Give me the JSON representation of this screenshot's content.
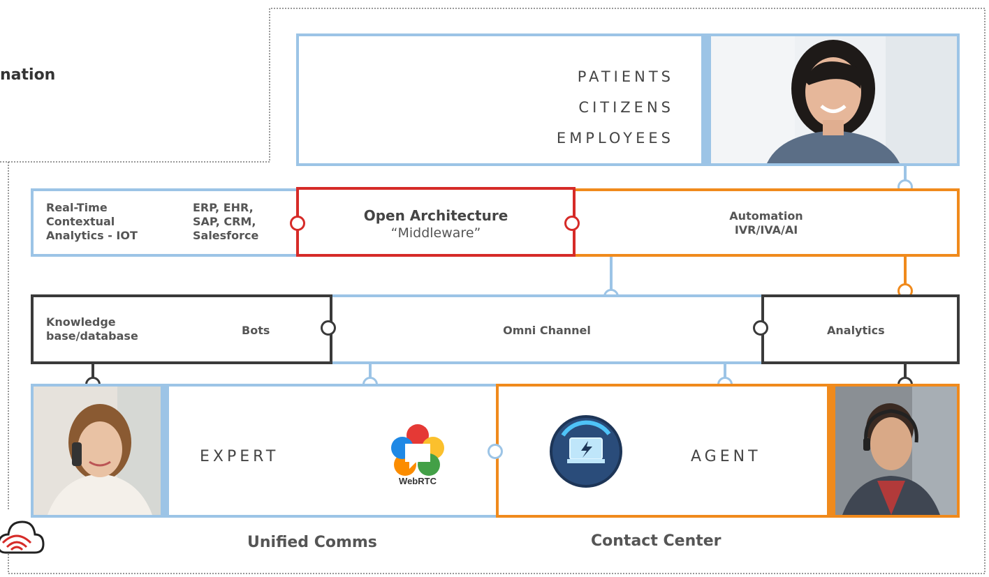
{
  "page_title_fragment": "nation",
  "top_box": {
    "lines": [
      "PATIENTS",
      "CITIZENS",
      "EMPLOYEES"
    ]
  },
  "row1": {
    "left_col1": [
      "Real-Time",
      "Contextual",
      "Analytics - IOT"
    ],
    "left_col2": [
      "ERP, EHR,",
      "SAP, CRM,",
      "Salesforce"
    ],
    "middleware_title": "Open Architecture",
    "middleware_subtitle": "“Middleware”",
    "automation_title": "Automation",
    "automation_subtitle": "IVR/IVA/AI"
  },
  "row2": {
    "knowledge": [
      "Knowledge",
      "base/database"
    ],
    "bots": "Bots",
    "omni": "Omni Channel",
    "analytics": "Analytics"
  },
  "row3": {
    "expert": "EXPERT",
    "agent": "AGENT",
    "webrtc": "WebRTC"
  },
  "footer": {
    "unified": "Unified Comms",
    "contact": "Contact Center"
  },
  "colors": {
    "blue": "#9cc4e6",
    "orange": "#f08a1c",
    "red": "#d62b28",
    "dark": "#3a3a3a"
  }
}
